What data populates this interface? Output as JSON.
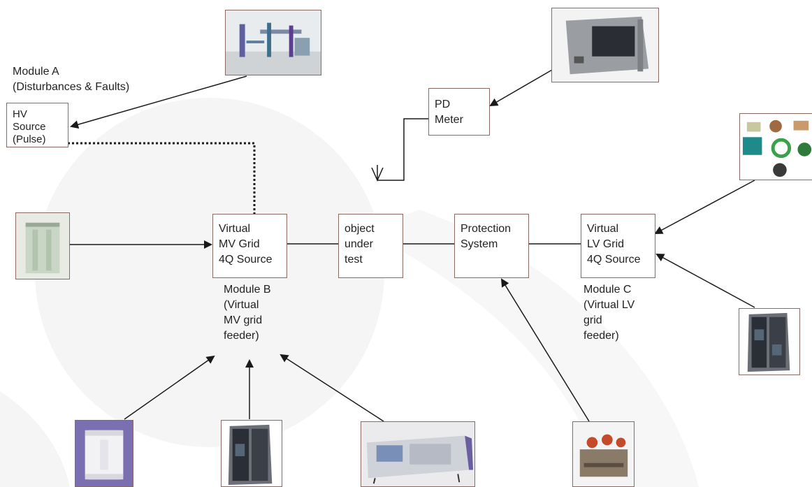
{
  "module_a": {
    "title": "Module A",
    "subtitle": "(Disturbances & Faults)"
  },
  "hv_source": {
    "lines": [
      "HV",
      "Source",
      "(Pulse)"
    ]
  },
  "pd_meter": {
    "lines": [
      "PD",
      "Meter"
    ]
  },
  "mv_grid": {
    "lines": [
      "Virtual",
      "MV Grid",
      "4Q Source"
    ]
  },
  "object_under_test": {
    "lines": [
      "object",
      "under",
      "test"
    ]
  },
  "protection_system": {
    "lines": [
      "Protection",
      "System"
    ]
  },
  "lv_grid": {
    "lines": [
      "Virtual",
      "LV Grid",
      "4Q Source"
    ]
  },
  "module_b": {
    "lines": [
      "Module B",
      "(Virtual",
      "MV grid",
      "feeder)"
    ]
  },
  "module_c": {
    "lines": [
      "Module C",
      "(Virtual LV",
      "grid",
      "feeder)"
    ]
  },
  "colors": {
    "box_border": "#8a6a62",
    "line": "#1a1a1a",
    "background_swirl": "#f4f4f4"
  },
  "photos": [
    "lab-rack-photo",
    "pd-instrument-photo",
    "components-collage-photo",
    "transformer-photo",
    "cabinet-photo-right",
    "capacitor-photo",
    "cabinet-photo-bottom",
    "controller-device-photo",
    "breaker-photo"
  ]
}
